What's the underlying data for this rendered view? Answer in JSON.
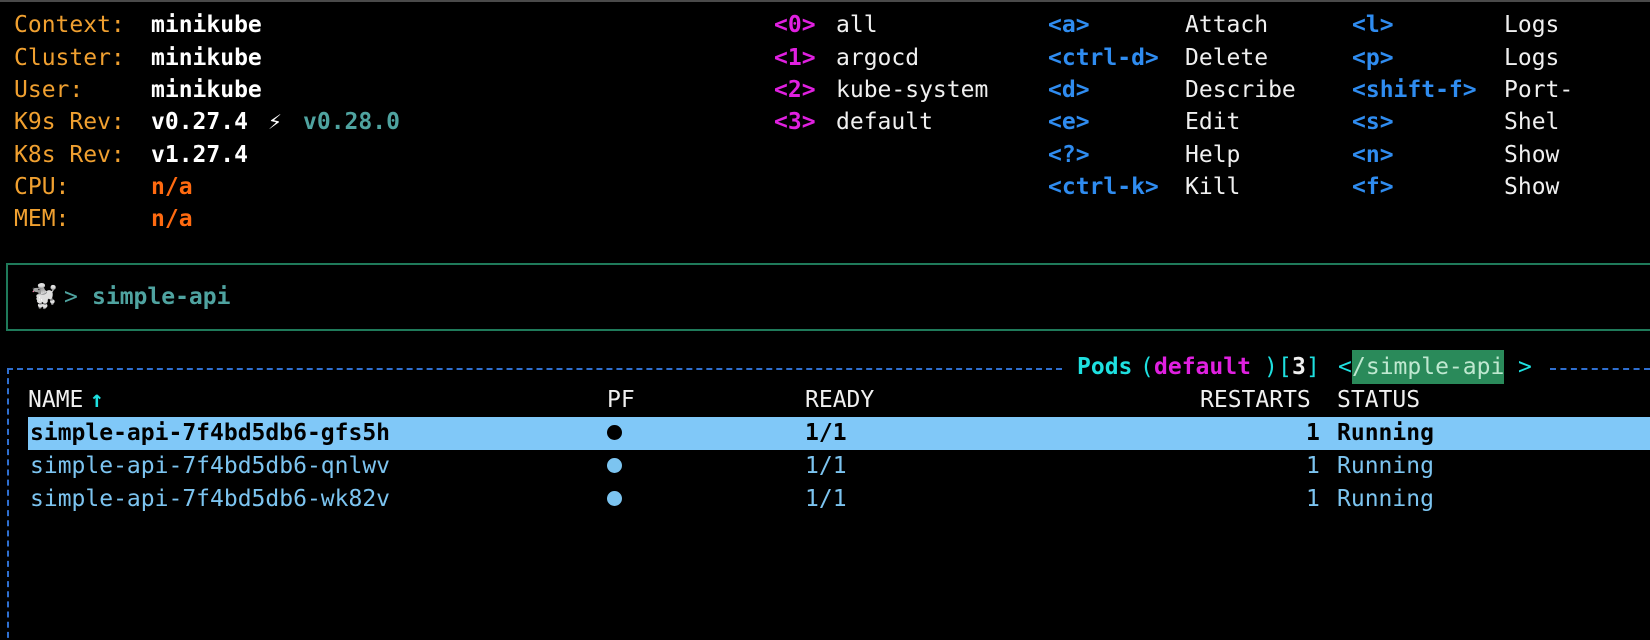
{
  "header": {
    "info": [
      {
        "label": "Context:",
        "value": "minikube"
      },
      {
        "label": "Cluster:",
        "value": "minikube"
      },
      {
        "label": "User:",
        "value": "minikube"
      },
      {
        "label": "K9s Rev:",
        "value": "v0.27.4",
        "upgrade_icon": "⚡",
        "upgrade": "v0.28.0"
      },
      {
        "label": "K8s Rev:",
        "value": "v1.27.4"
      },
      {
        "label": "CPU:",
        "value": "n/a"
      },
      {
        "label": "MEM:",
        "value": "n/a"
      }
    ],
    "namespaces": [
      {
        "key": "<0>",
        "name": "all"
      },
      {
        "key": "<1>",
        "name": "argocd"
      },
      {
        "key": "<2>",
        "name": "kube-system"
      },
      {
        "key": "<3>",
        "name": "default"
      }
    ],
    "hotkeys_col1": [
      {
        "key": "<a>",
        "desc": "Attach"
      },
      {
        "key": "<ctrl-d>",
        "desc": "Delete"
      },
      {
        "key": "<d>",
        "desc": "Describe"
      },
      {
        "key": "<e>",
        "desc": "Edit"
      },
      {
        "key": "<?>",
        "desc": "Help"
      },
      {
        "key": "<ctrl-k>",
        "desc": "Kill"
      }
    ],
    "hotkeys_col2": [
      {
        "key": "<l>",
        "desc": "Logs"
      },
      {
        "key": "<p>",
        "desc": "Logs"
      },
      {
        "key": "<shift-f>",
        "desc": "Port-"
      },
      {
        "key": "<s>",
        "desc": "Shel"
      },
      {
        "key": "<n>",
        "desc": "Show"
      },
      {
        "key": "<f>",
        "desc": "Show"
      }
    ]
  },
  "prompt": {
    "icon": "🐩",
    "caret": ">",
    "text": "simple-api"
  },
  "table": {
    "title_resource": "Pods",
    "title_open_paren": "(",
    "title_namespace": "default",
    "title_close_paren": ")",
    "title_open_bracket": "[",
    "title_count": "3",
    "title_close_bracket": "]",
    "filter_open": "<",
    "filter": "/simple-api",
    "filter_close": ">",
    "columns": {
      "name": "NAME",
      "sort_indicator": "↑",
      "pf": "PF",
      "ready": "READY",
      "restarts": "RESTARTS",
      "status": "STATUS"
    },
    "rows": [
      {
        "name": "simple-api-7f4bd5db6-gfs5h",
        "ready": "1/1",
        "restarts": "1",
        "status": "Running"
      },
      {
        "name": "simple-api-7f4bd5db6-qnlwv",
        "ready": "1/1",
        "restarts": "1",
        "status": "Running"
      },
      {
        "name": "simple-api-7f4bd5db6-wk82v",
        "ready": "1/1",
        "restarts": "1",
        "status": "Running"
      }
    ],
    "selected_row": 0
  },
  "colors": {
    "info_label": "#f0a030",
    "namespace_key": "#e020e0",
    "hotkey_key": "#2f8cf0",
    "selected_row_bg": "#80c8f8",
    "row_text": "#7cc4f0",
    "frame": "#2f6fd0",
    "prompt_border": "#1f7a5a",
    "filter_bg": "#2a8a5a"
  }
}
